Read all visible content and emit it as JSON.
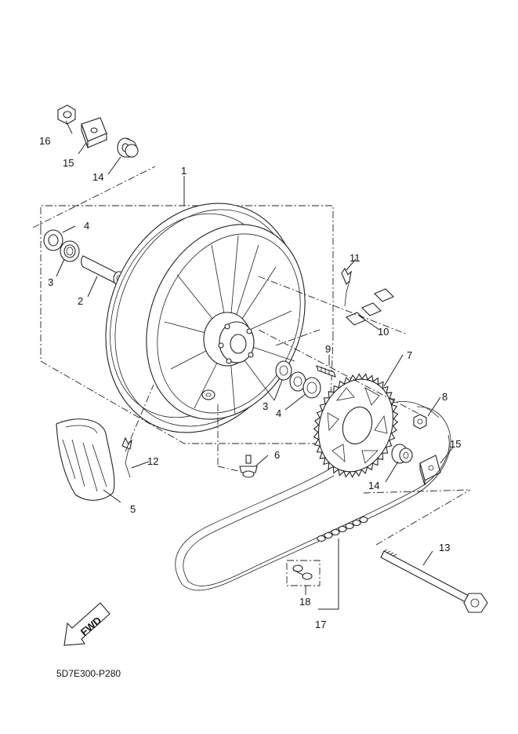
{
  "diagram_code": "5D7E300-P280",
  "direction_label": "FWD",
  "callouts": [
    {
      "id": "1",
      "label": "1"
    },
    {
      "id": "2",
      "label": "2"
    },
    {
      "id": "3a",
      "label": "3"
    },
    {
      "id": "3b",
      "label": "3"
    },
    {
      "id": "4a",
      "label": "4"
    },
    {
      "id": "4b",
      "label": "4"
    },
    {
      "id": "5",
      "label": "5"
    },
    {
      "id": "6",
      "label": "6"
    },
    {
      "id": "7",
      "label": "7"
    },
    {
      "id": "8",
      "label": "8"
    },
    {
      "id": "9",
      "label": "9"
    },
    {
      "id": "10",
      "label": "10"
    },
    {
      "id": "11",
      "label": "11"
    },
    {
      "id": "12",
      "label": "12"
    },
    {
      "id": "13",
      "label": "13"
    },
    {
      "id": "14a",
      "label": "14"
    },
    {
      "id": "14b",
      "label": "14"
    },
    {
      "id": "15a",
      "label": "15"
    },
    {
      "id": "15b",
      "label": "15"
    },
    {
      "id": "16",
      "label": "16"
    },
    {
      "id": "17",
      "label": "17"
    },
    {
      "id": "18",
      "label": "18"
    }
  ]
}
